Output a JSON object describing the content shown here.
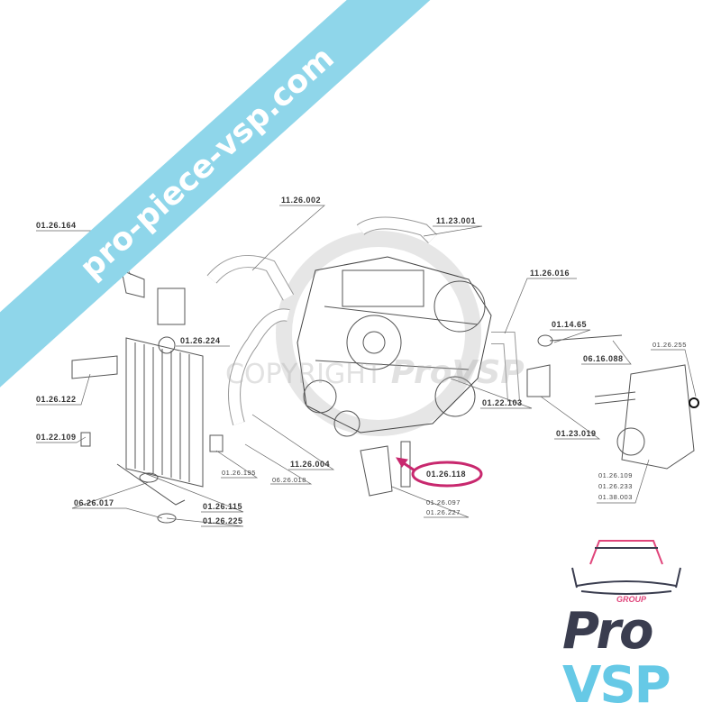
{
  "banner": {
    "text": "pro-piece-vsp.com",
    "color": "#8fd6ea"
  },
  "watermark": {
    "prefix": "COPYRIGHT",
    "brand": "ProVSP"
  },
  "highlight_color": "#c8286e",
  "labels": {
    "l01": "01.26.164",
    "l02": "11.26.002",
    "l03": "11.23.001",
    "l04": "11.26.016",
    "l05": "01.14.65",
    "l06": "06.16.088",
    "l07": "01.26.255",
    "l08": "01.26.224",
    "l09": "01.26.122",
    "l10": "01.22.103",
    "l11": "01.23.019",
    "l12": "01.22.109",
    "l13": "01.26.195",
    "l14": "06.26.018",
    "l15": "11.26.004",
    "l16": "01.26.118",
    "l17": "01.26.097",
    "l18": "01.26.227",
    "l19": "01.26.109",
    "l20": "01.26.233",
    "l21": "01.38.003",
    "l22": "06.26.017",
    "l23": "01.26.115",
    "l24": "01.26.225"
  },
  "logo": {
    "group": "GROUP",
    "pro": "Pro",
    "vsp": "VSP",
    "colors": {
      "dark": "#3a3d4f",
      "blue": "#66c9e6",
      "pink": "#e0457b"
    }
  }
}
